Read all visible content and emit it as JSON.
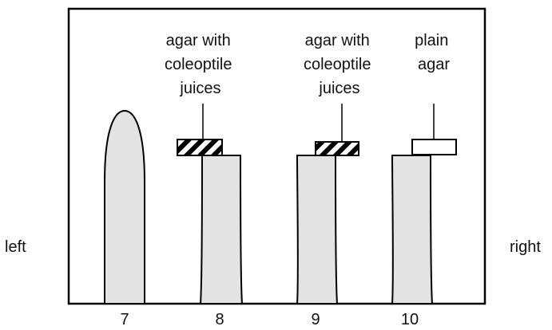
{
  "colors": {
    "stem_fill": "#e3e3e3",
    "stroke": "#000000",
    "plain_block_fill": "#ffffff"
  },
  "side_labels": {
    "left": "left",
    "right": "right"
  },
  "seedlings": [
    {
      "number": "7",
      "shape": "intact-tip"
    },
    {
      "number": "8",
      "shape": "cut-stem",
      "block_type": "agar-with-juices",
      "block_label": [
        "agar with",
        "coleoptile",
        "juices"
      ]
    },
    {
      "number": "9",
      "shape": "cut-stem",
      "block_type": "agar-with-juices",
      "block_label": [
        "agar with",
        "coleoptile",
        "juices"
      ]
    },
    {
      "number": "10",
      "shape": "cut-stem",
      "block_type": "plain-agar",
      "block_label": [
        "plain",
        "agar"
      ]
    }
  ]
}
